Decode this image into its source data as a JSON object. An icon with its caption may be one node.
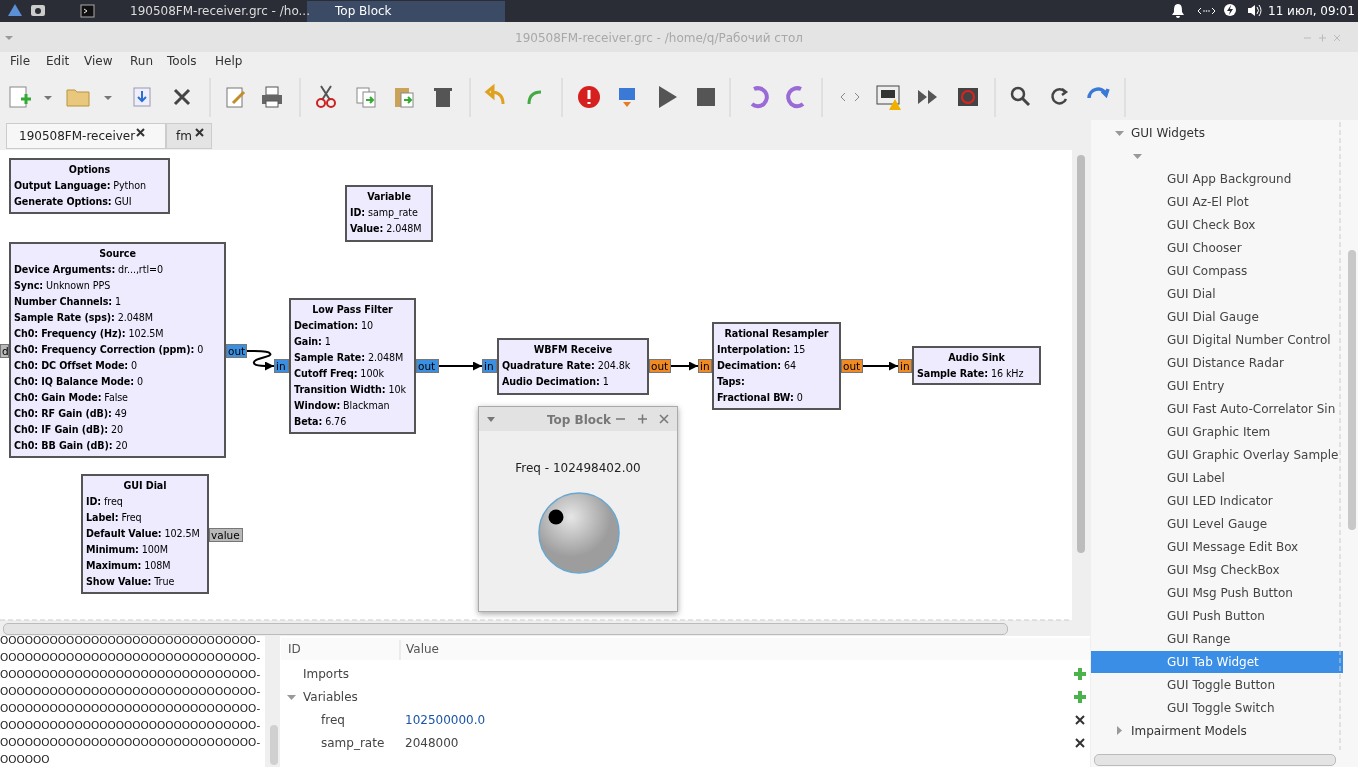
{
  "diagram": {
    "nodes": [
      {
        "text": [
          "Options",
          "**Output Language:** Python",
          "**Generate Options:** GUI"
        ]
      },
      {
        "text": [
          "Variable",
          "**ID:** samp_rate",
          "**Value:** 2.048M"
        ]
      },
      {
        "text": [
          "Source",
          "**Device Arguments:** dr...,rtl=0",
          "**Sync:** Unknown PPS",
          "**Number Channels:** 1",
          "**Sample Rate (sps):** 2.048M",
          "**Ch0: Frequency (Hz):** 102.5M",
          "**Ch0: Frequency Correction (ppm):** 0",
          "**Ch0: DC Offset Mode:** 0",
          "**Ch0: IQ Balance Mode:** 0",
          "**Ch0: Gain Mode:** False",
          "**Ch0: RF Gain (dB):** 49",
          "**Ch0: IF Gain (dB):** 20",
          "**Ch0: BB Gain (dB):** 20"
        ],
        "beside": [
          "d",
          "out"
        ]
      },
      {
        "text": [
          "Low Pass Filter",
          "**Decimation:** 10",
          "**Gain:** 1",
          "**Sample Rate:** 2.048M",
          "**Cutoff Freq:** 100k",
          "**Transition Width:** 10k",
          "**Window:** Blackman",
          "**Beta:** 6.76"
        ],
        "beside": [
          "in",
          "out"
        ]
      },
      {
        "text": [
          "WBFM Receive",
          "**Quadrature Rate:** 204.8k",
          "**Audio Decimation:** 1"
        ],
        "beside": [
          "in",
          "out"
        ]
      },
      {
        "text": [
          "Rational Resampler",
          "**Interpolation:** 15",
          "**Decimation:** 64",
          "**Taps:**",
          "**Fractional BW:** 0"
        ],
        "beside": [
          "in",
          "out"
        ]
      },
      {
        "text": [
          "Audio Sink",
          "**Sample Rate:** 16 kHz"
        ],
        "beside": [
          "in"
        ]
      },
      {
        "text": [
          "GUI Dial",
          "**ID:** freq",
          "**Label:** Freq",
          "**Default Value:** 102.5M",
          "**Minimum:** 100M",
          "**Maximum:** 108M",
          "**Show Value:** True"
        ],
        "beside": [
          "value"
        ]
      },
      {
        "text": [
          "Top Block",
          "Freq - 102498402.00"
        ]
      }
    ],
    "edges": [
      {
        "from": 2,
        "to": 3,
        "arrow": "to"
      },
      {
        "from": 3,
        "to": 4,
        "arrow": "to"
      },
      {
        "from": 4,
        "to": 5,
        "arrow": "to"
      },
      {
        "from": 5,
        "to": 6,
        "arrow": "to"
      }
    ],
    "labels": [
      "190508FM-receiver.grc - /ho...",
      "Top Block",
      "11 июл, 09:01",
      "190508FM-receiver.grc - /home/q/Рабочий стол",
      "File",
      "Edit",
      "View",
      "Run",
      "Tools",
      "Help",
      "190508FM-receiver",
      "fm",
      "GUI Widgets",
      "GUI App Background",
      "GUI Az-El Plot",
      "GUI Check Box",
      "GUI Chooser",
      "GUI Compass",
      "GUI Dial",
      "GUI Dial Gauge",
      "GUI Digital Number Control",
      "GUI Distance Radar",
      "GUI Entry",
      "GUI Fast Auto-Correlator Sin",
      "GUI Graphic Item",
      "GUI Graphic Overlay Sample",
      "GUI Label",
      "GUI LED Indicator",
      "GUI Level Gauge",
      "GUI Message Edit Box",
      "GUI Msg CheckBox",
      "GUI Msg Push Button",
      "GUI Push Button",
      "GUI Range",
      "GUI Tab Widget",
      "GUI Toggle Button",
      "GUI Toggle Switch",
      "Impairment Models",
      "OOOOOOOOOOOOOOOOOOOOOOOOOOOOOOO-",
      "OOOOOOOOOOOOOOOOOOOOOOOOOOOOOOO-",
      "OOOOOOOOOOOOOOOOOOOOOOOOOOOOOOO-",
      "OOOOOOOOOOOOOOOOOOOOOOOOOOOOOOO-",
      "OOOOOOOOOOOOOOOOOOOOOOOOOOOOOOO-",
      "OOOOOOOOOOOOOOOOOOOOOOOOOOOOOOO-",
      "OOOOOOOOOOOOOOOOOOOOOOOOOOOOOOO-",
      "OOOOOO",
      "ID",
      "Value",
      "Imports",
      "Variables",
      "freq",
      "102500000.0",
      "samp_rate",
      "2048000"
    ]
  }
}
